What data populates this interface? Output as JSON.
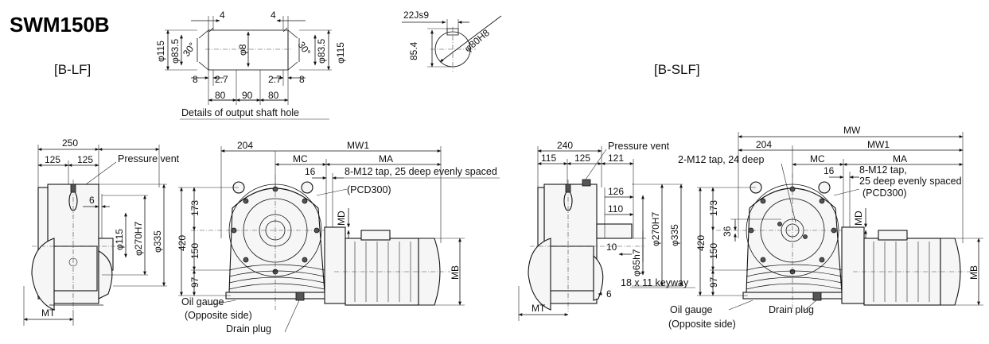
{
  "title": "SWM150B",
  "views": {
    "left_name": "[B-LF]",
    "right_name": "[B-SLF]"
  },
  "shaft_hole": {
    "caption": "Details of output shaft hole",
    "top_left": "4",
    "top_right": "4",
    "phi115_left": "φ115",
    "phi83_left": "φ83.5",
    "angle_left": "30°",
    "phi8_center": "φ8",
    "angle_right": "30°",
    "phi83_right": "φ83.5",
    "phi115_right": "φ115",
    "low_8_left": "8",
    "low_27_left": "2.7",
    "low_27_right": "2.7",
    "low_8_right": "8",
    "bot_80_left": "80",
    "bot_90": "90",
    "bot_80_right": "80"
  },
  "keyway": {
    "width": "22Js9",
    "height": "85.4",
    "dia": "φ80H8"
  },
  "lf": {
    "d250": "250",
    "d125a": "125",
    "d125b": "125",
    "pressure_vent": "Pressure vent",
    "d6": "6",
    "phi115": "φ115",
    "phi270": "φ270H7",
    "phi335": "φ335",
    "mt": "MT",
    "d204": "204",
    "mw1": "MW1",
    "mc": "MC",
    "ma": "MA",
    "d16": "16",
    "tap_note": "8-M12 tap, 25 deep evenly spaced",
    "pcd": "(PCD300)",
    "d173": "173",
    "d420": "420",
    "d150": "150",
    "d97": "97",
    "md": "MD",
    "mb": "MB",
    "oil_gauge": "Oil gauge",
    "opposite": "(Opposite side)",
    "drain": "Drain plug"
  },
  "slf": {
    "d240": "240",
    "d115": "115",
    "d125": "125",
    "d121": "121",
    "pressure_vent": "Pressure vent",
    "d126": "126",
    "d110": "110",
    "d10": "10",
    "d6": "6",
    "phi270": "φ270H7",
    "phi335": "φ335",
    "phi65": "φ65h7",
    "keyway": "18 x 11 keyway",
    "mt": "MT",
    "mw": "MW",
    "d204": "204",
    "mw1": "MW1",
    "mc": "MC",
    "ma": "MA",
    "d16": "16",
    "tap2": "2-M12 tap, 24 deep",
    "tap8_a": "8-M12 tap,",
    "tap8_b": "25 deep evenly spaced",
    "pcd": "(PCD300)",
    "d173": "173",
    "d420": "420",
    "d36": "36",
    "d150": "150",
    "d97": "97",
    "md": "MD",
    "mb": "MB",
    "oil_gauge": "Oil gauge",
    "opposite": "(Opposite side)",
    "drain": "Drain plug"
  }
}
